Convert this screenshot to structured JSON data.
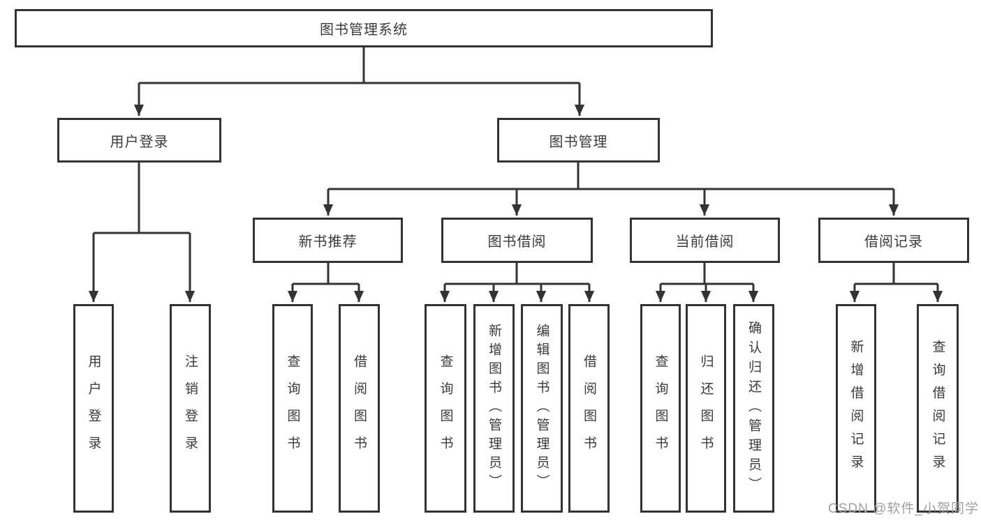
{
  "title": {
    "label": "图书管理系统"
  },
  "level2": [
    {
      "label": "用户登录"
    },
    {
      "label": "图书管理"
    }
  ],
  "level3": [
    {
      "label": "新书推荐"
    },
    {
      "label": "图书借阅"
    },
    {
      "label": "当前借阅"
    },
    {
      "label": "借阅记录"
    }
  ],
  "leaves": {
    "login": [
      {
        "label": "用户登录"
      },
      {
        "label": "注销登录"
      }
    ],
    "recommend": [
      {
        "label": "查询图书"
      },
      {
        "label": "借阅图书"
      }
    ],
    "borrow": [
      {
        "label": "查询图书"
      },
      {
        "label": "新增图书（管理员）"
      },
      {
        "label": "编辑图书（管理员）"
      },
      {
        "label": "借阅图书"
      }
    ],
    "current": [
      {
        "label": "查询图书"
      },
      {
        "label": "归还图书"
      },
      {
        "label": "确认归还（管理员）"
      }
    ],
    "records": [
      {
        "label": "新增借阅记录"
      },
      {
        "label": "查询借阅记录"
      }
    ]
  },
  "watermark": {
    "text": "CSDN @软件_小贺同学"
  },
  "colors": {
    "line": "#333333",
    "box_border": "#333333",
    "text": "#3a3a3a",
    "background": "#ffffff",
    "watermark": "#a0a0a0"
  }
}
